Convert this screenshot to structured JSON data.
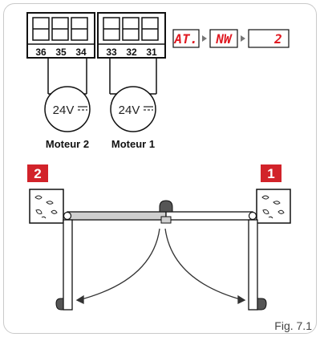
{
  "terminal_blocks": [
    {
      "id": "block-left",
      "terminals": [
        "36",
        "35",
        "34"
      ]
    },
    {
      "id": "block-right",
      "terminals": [
        "33",
        "32",
        "31"
      ]
    }
  ],
  "display_sequence": [
    "AT.",
    "NW",
    "2"
  ],
  "motors": [
    {
      "voltage": "24V",
      "label": "Moteur 2"
    },
    {
      "voltage": "24V",
      "label": "Moteur 1"
    }
  ],
  "leaf_badges": [
    "2",
    "1"
  ],
  "figure_label": "Fig. 7.1",
  "colors": {
    "display_red": "#e01a22",
    "badge_red": "#d2232a",
    "gate_grey": "#cfcfcf"
  }
}
